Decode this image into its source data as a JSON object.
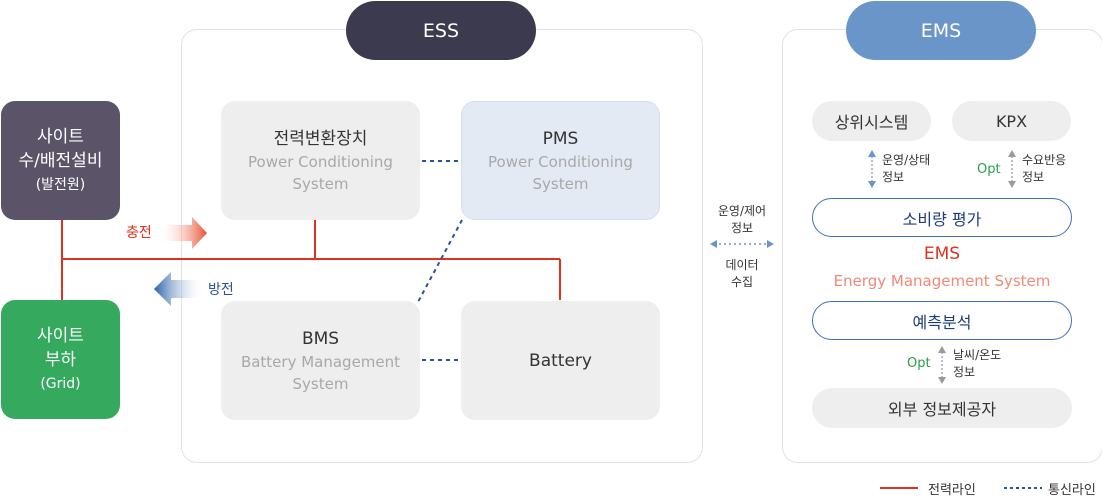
{
  "ess": {
    "title": "ESS",
    "pcs": {
      "title": "전력변환장치",
      "sub1": "Power Conditioning",
      "sub2": "System"
    },
    "pms": {
      "title": "PMS",
      "sub1": "Power Conditioning",
      "sub2": "System"
    },
    "bms": {
      "title": "BMS",
      "sub1": "Battery Management",
      "sub2": "System"
    },
    "battery": {
      "title": "Battery"
    }
  },
  "site_supply": {
    "line1": "사이트",
    "line2": "수/배전설비",
    "line3": "(발전원)"
  },
  "site_load": {
    "line1": "사이트",
    "line2": "부하",
    "line3": "(Grid)"
  },
  "charge_label": "충전",
  "discharge_label": "방전",
  "middle": {
    "op_line1": "운영/제어",
    "op_line2": "정보",
    "data_line1": "데이터",
    "data_line2": "수집"
  },
  "ems": {
    "title": "EMS",
    "upper_system": "상위시스템",
    "kpx": "KPX",
    "op_status_1": "운영/상태",
    "op_status_2": "정보",
    "opt1": "Opt",
    "demand_1": "수요반응",
    "demand_2": "정보",
    "consumption_eval": "소비량 평가",
    "center_title": "EMS",
    "center_sub": "Energy Management System",
    "prediction": "예측분석",
    "opt2": "Opt",
    "weather_1": "날씨/온도",
    "weather_2": "정보",
    "external": "외부 정보제공자"
  },
  "legend": {
    "power_line": "전력라인",
    "comm_line": "통신라인"
  },
  "colors": {
    "power": "#e0311e",
    "comm": "#2a5298",
    "ess_pill": "#3b3a4f",
    "ems_pill": "#6a95c9",
    "site_supply": "#5b5468",
    "site_load": "#35aa5e"
  }
}
